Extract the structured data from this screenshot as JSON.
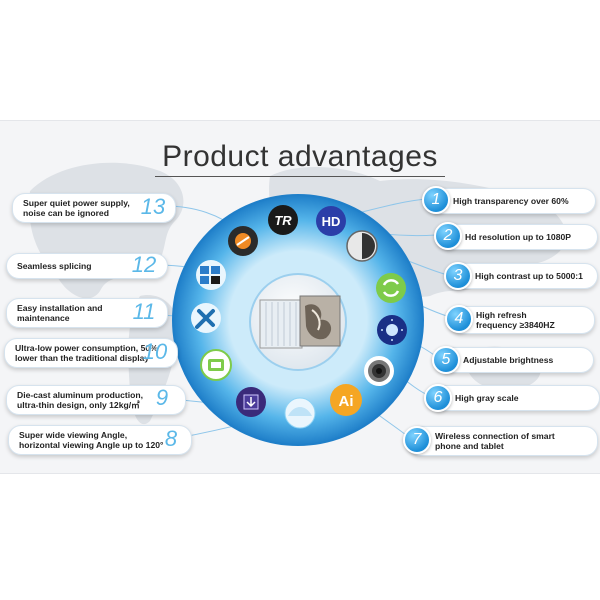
{
  "title": "Product advantages",
  "colors": {
    "ring_dark": "#1f7fc9",
    "ring_light": "#8fd3f5",
    "accent": "#1e8fd8",
    "number_left": "#5bb8e8"
  },
  "right_items": [
    {
      "number": "1",
      "label": "High transparency over 60%"
    },
    {
      "number": "2",
      "label": "Hd resolution up to 1080P"
    },
    {
      "number": "3",
      "label": "High contrast up to 5000:1"
    },
    {
      "number": "4",
      "label": "High refresh frequency ≥3840HZ"
    },
    {
      "number": "5",
      "label": "Adjustable brightness"
    },
    {
      "number": "6",
      "label": "High gray scale"
    },
    {
      "number": "7",
      "label": "Wireless connection of smart phone and tablet"
    }
  ],
  "left_items": [
    {
      "number": "13",
      "label": "Super quiet power supply, noise can be ignored"
    },
    {
      "number": "12",
      "label": "Seamless splicing"
    },
    {
      "number": "11",
      "label": "Easy installation and maintenance"
    },
    {
      "number": "10",
      "label": "Ultra-low power consumption, 50% lower than the traditional display"
    },
    {
      "number": "9",
      "label": "Die-cast aluminum production, ultra-thin design, only 12kg/㎡"
    },
    {
      "number": "8",
      "label": "Super wide viewing Angle, horizontal viewing Angle up to 120°"
    }
  ],
  "icons": {
    "tr_text": "TR",
    "hd_text": "HD",
    "ai_text": "Ai",
    "names": [
      "tr-logo-icon",
      "hd-icon",
      "contrast-icon",
      "refresh-icon",
      "brightness-icon",
      "grayscale-icon",
      "ai-icon",
      "viewing-angle-icon",
      "download-icon",
      "power-icon",
      "tools-icon",
      "splicing-icon",
      "power-supply-icon"
    ]
  }
}
